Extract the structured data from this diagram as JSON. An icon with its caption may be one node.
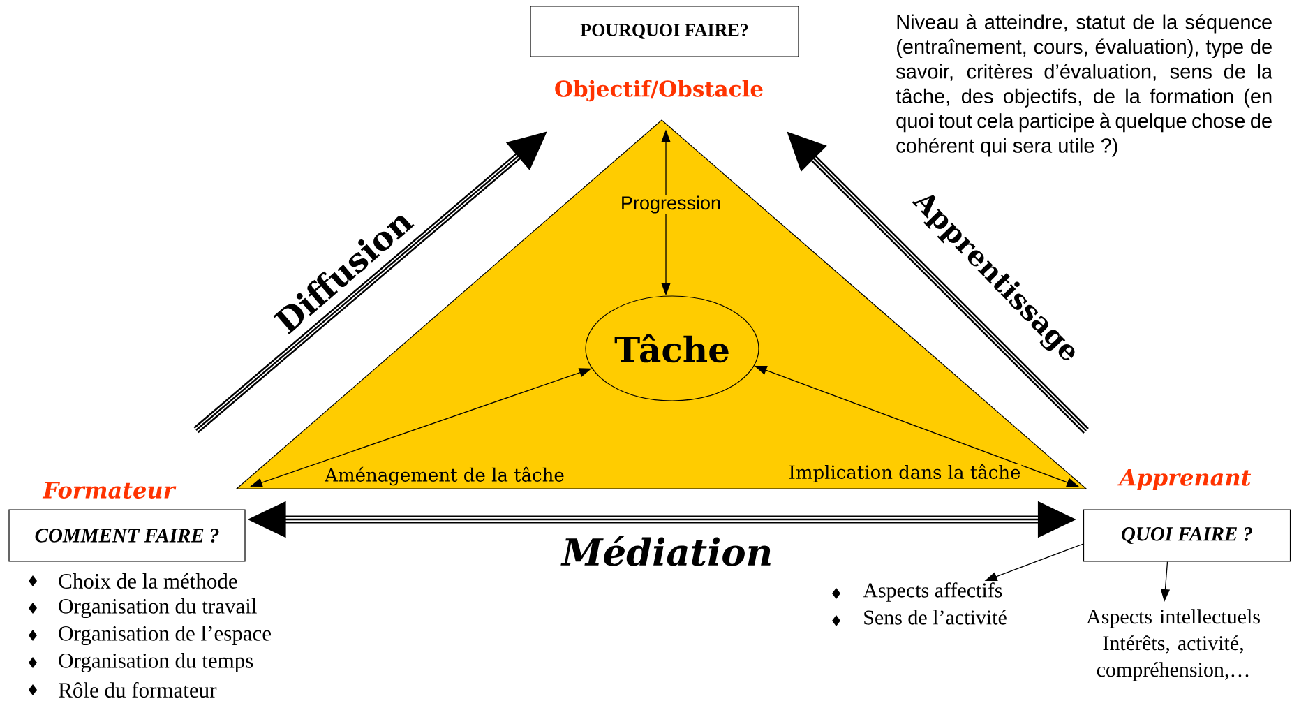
{
  "diagram": {
    "nodes": [
      {
        "text": [
          "POURQUOI FAIRE?"
        ]
      },
      {
        "text": [
          "Objectif/Obstacle"
        ]
      },
      {
        "text": [],
        "shape": "triangle"
      },
      {
        "text": [
          "Tâche"
        ],
        "in": 2
      },
      {
        "text": [
          "Formateur"
        ]
      },
      {
        "text": [
          "Apprenant"
        ]
      },
      {
        "text": [
          "COMMENT FAIRE ?"
        ],
        "beside": [
          "Choix de la méthode",
          "Organisation du travail",
          "Organisation de l’espace",
          "Organisation du temps",
          "Rôle du formateur"
        ]
      },
      {
        "text": [
          "QUOI FAIRE ?"
        ]
      },
      {
        "text": [
          "Aspects affectifs",
          "Sens de l’activité"
        ]
      },
      {
        "text": [
          "Aspects intellectuels",
          "Intérêts, activité, compréhension,…"
        ]
      }
    ],
    "edges": [
      {
        "from": 1,
        "to": 3,
        "arrow": "both",
        "label": "Progression"
      },
      {
        "from": 2,
        "to": 3,
        "arrow": "both",
        "label": "Aménagement de la tâche"
      },
      {
        "from": 2,
        "to": 3,
        "arrow": "both",
        "label": "Implication dans la tâche"
      },
      {
        "from": null,
        "to": 1,
        "arrow": "to",
        "label": "Diffusion",
        "style": "thick"
      },
      {
        "from": null,
        "to": 1,
        "arrow": "to",
        "label": "Apprentissage",
        "style": "thick"
      },
      {
        "from": 6,
        "to": 7,
        "arrow": "both",
        "label": "Médiation",
        "style": "thick"
      },
      {
        "from": 7,
        "to": 8,
        "arrow": "to"
      },
      {
        "from": 7,
        "to": 9,
        "arrow": "to"
      }
    ],
    "labels": [
      "Niveau à atteindre, statut de la séquence (entraînement, cours, évaluation), type de savoir, critères d’évaluation, sens de la tâche, des objectifs, de la formation (en quoi tout cela participe à quelque chose de cohérent qui sera utile ?)"
    ]
  }
}
